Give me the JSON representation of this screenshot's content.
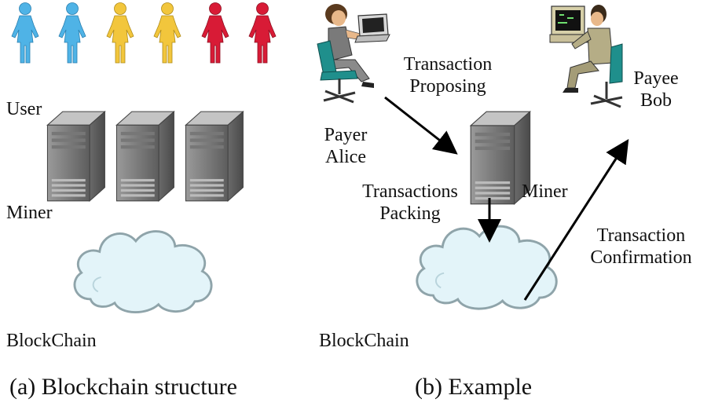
{
  "panel_a": {
    "users_label": "User",
    "miner_label": "Miner",
    "blockchain_label": "BlockChain",
    "caption": "(a)  Blockchain structure"
  },
  "panel_b": {
    "payer_line1": "Payer",
    "payer_line2": "Alice",
    "payee_line1": "Payee",
    "payee_line2": "Bob",
    "proposing_line1": "Transaction",
    "proposing_line2": "Proposing",
    "packing_line1": "Transactions",
    "packing_line2": "Packing",
    "miner_label": "Miner",
    "confirmation_line1": "Transaction",
    "confirmation_line2": "Confirmation",
    "blockchain_label": "BlockChain",
    "caption": "(b)  Example"
  },
  "colors": {
    "user_blue": "#4fb3e6",
    "user_yellow": "#f2c63c",
    "user_red": "#d81b36",
    "server_gray": "#8a8a8a",
    "cloud_fill": "#dff2f7",
    "chair_teal": "#1f8f8c"
  }
}
